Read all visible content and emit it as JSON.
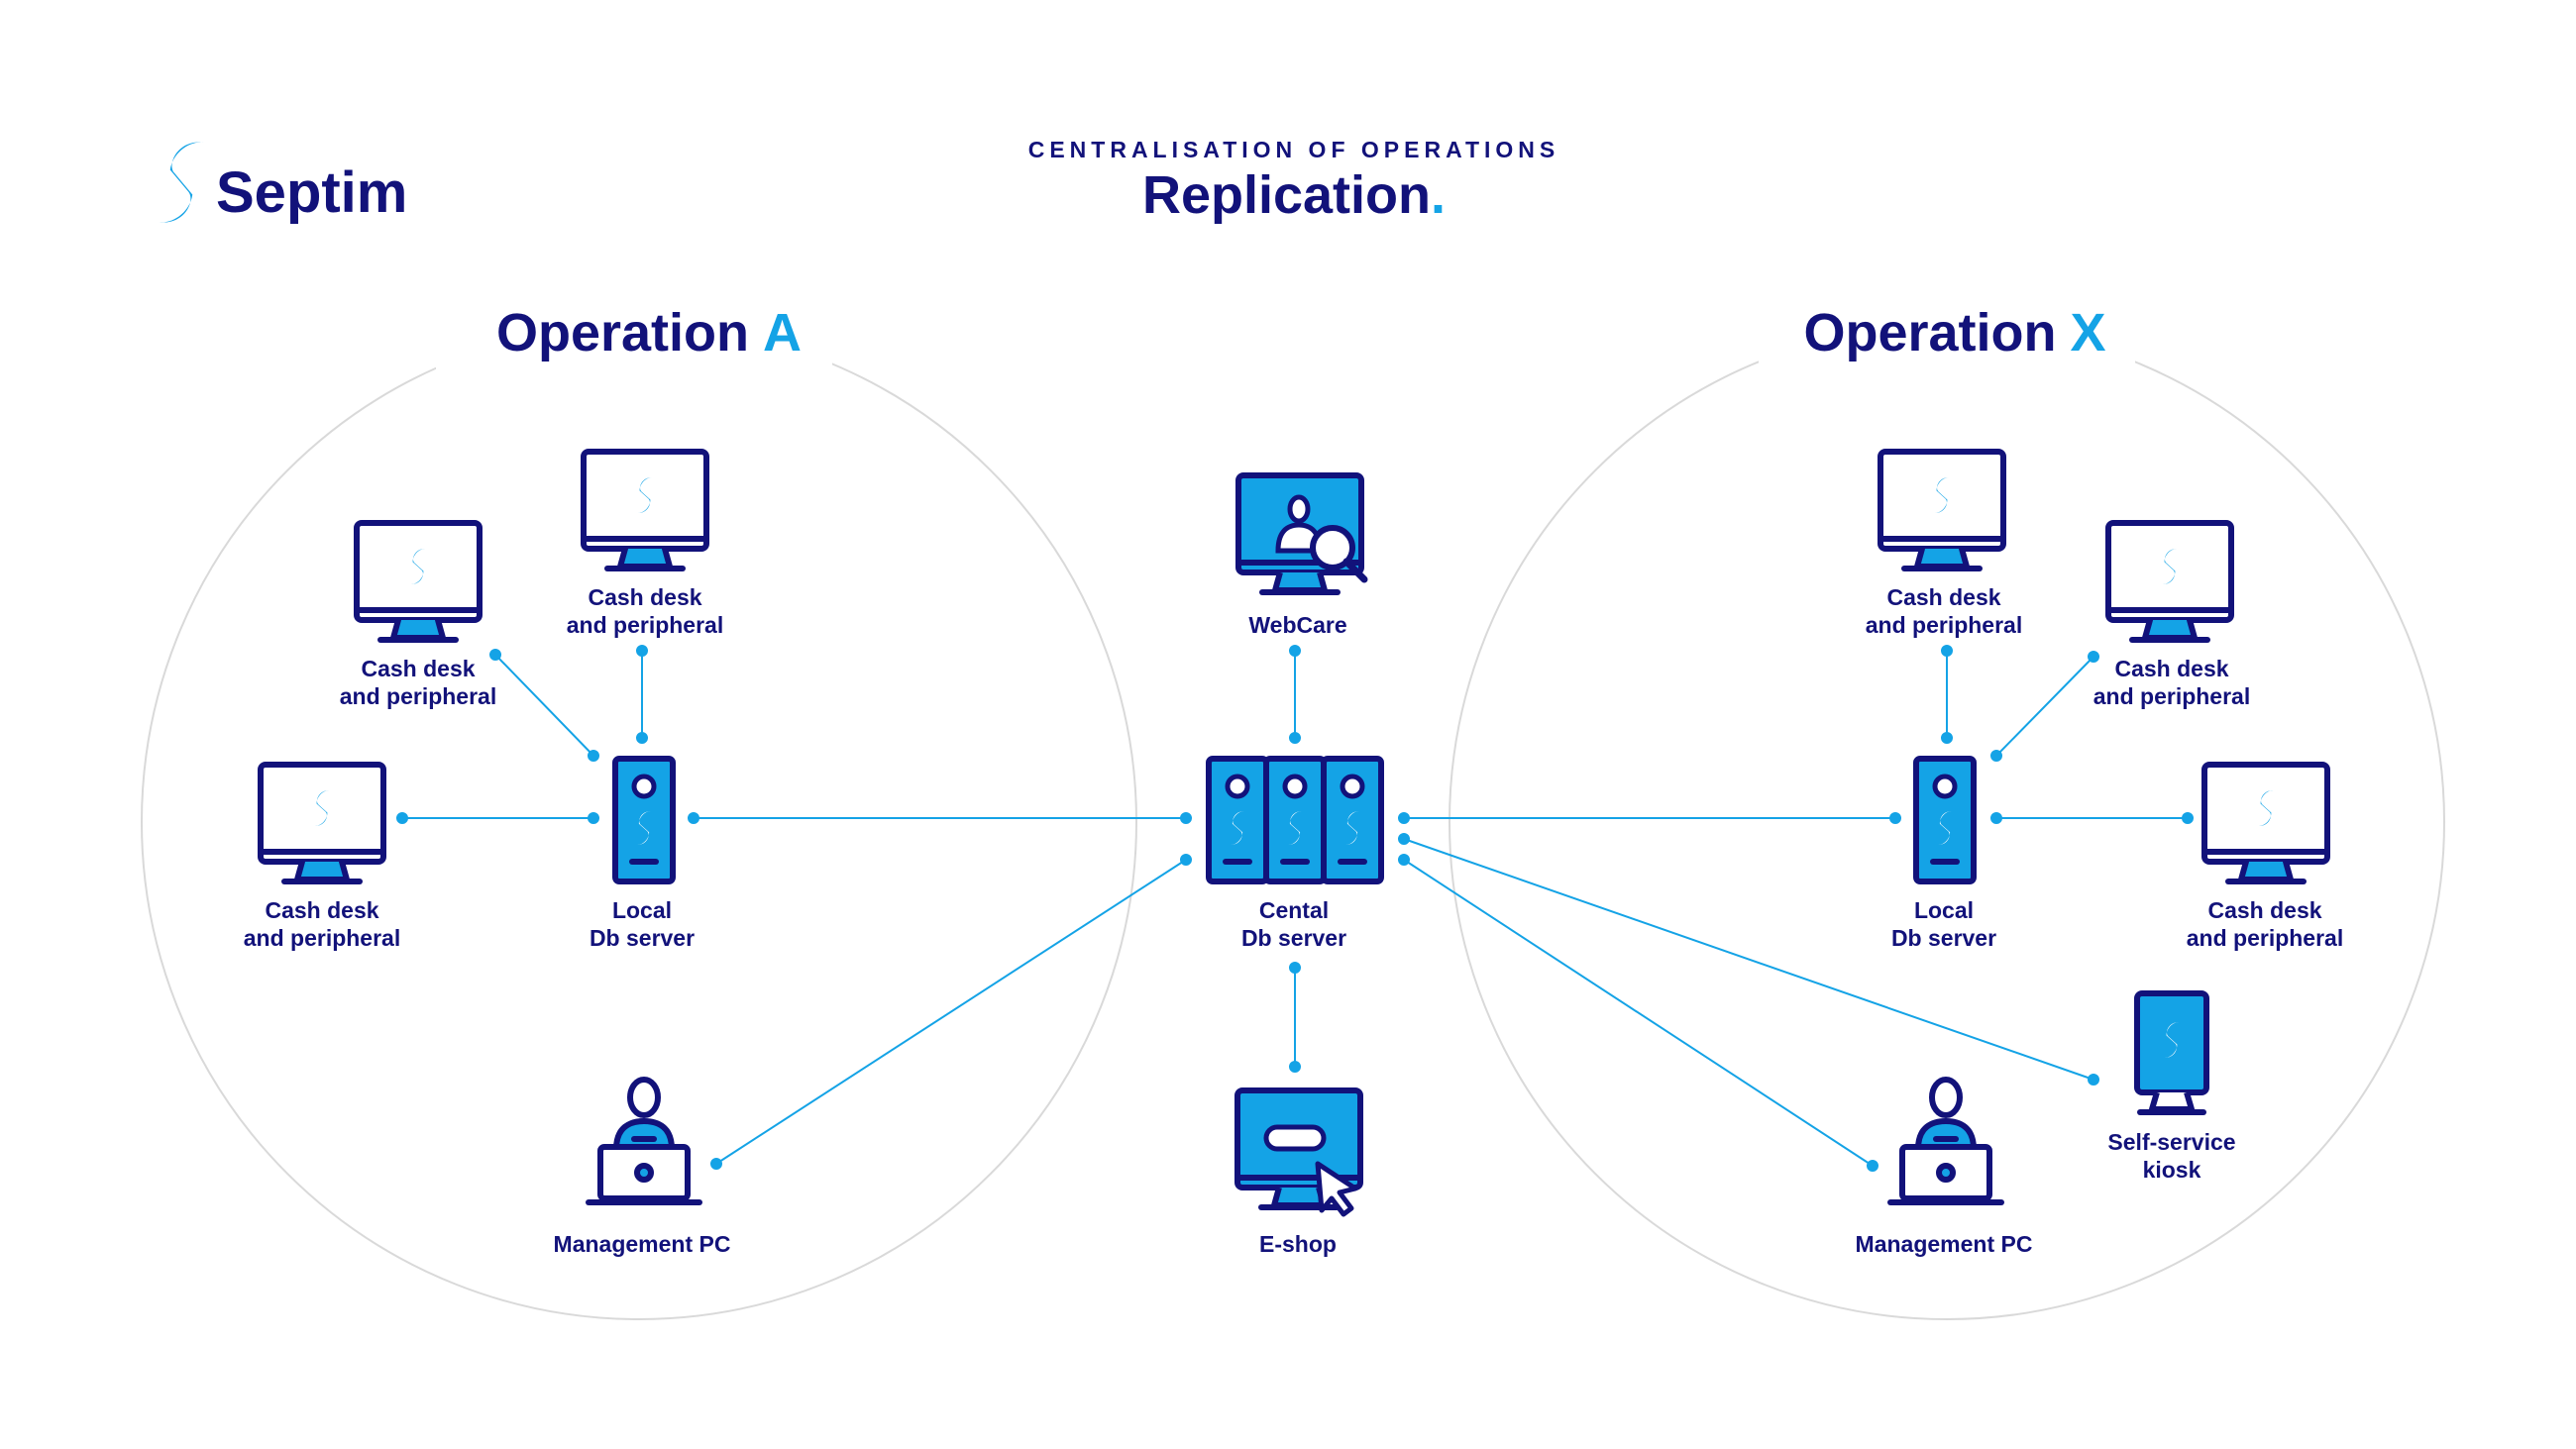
{
  "brand": {
    "name": "Septim"
  },
  "header": {
    "eyebrow": "CENTRALISATION OF OPERATIONS",
    "title": "Replication",
    "title_dot": "."
  },
  "operations": {
    "a": {
      "label": "Operation",
      "letter": "A"
    },
    "x": {
      "label": "Operation",
      "letter": "X"
    }
  },
  "colors": {
    "navy": "#12127a",
    "blue": "#14a3e6",
    "circle": "#d9d9d9"
  },
  "nodes": {
    "a_cash_top": {
      "line1": "Cash desk",
      "line2": "and peripheral",
      "icon": "monitor-icon"
    },
    "a_cash_upper": {
      "line1": "Cash desk",
      "line2": "and peripheral",
      "icon": "monitor-icon"
    },
    "a_cash_mid": {
      "line1": "Cash desk",
      "line2": "and peripheral",
      "icon": "monitor-icon"
    },
    "a_local_db": {
      "line1": "Local",
      "line2": "Db server",
      "icon": "server-icon"
    },
    "a_mgmt_pc": {
      "line1": "Management PC",
      "icon": "laptop-user-icon"
    },
    "webcare": {
      "line1": "WebCare",
      "icon": "webcare-monitor-icon"
    },
    "central_db": {
      "line1": "Cental",
      "line2": "Db server",
      "icon": "server-rack-icon"
    },
    "eshop": {
      "line1": "E-shop",
      "icon": "eshop-monitor-icon"
    },
    "x_cash_top": {
      "line1": "Cash desk",
      "line2": "and peripheral",
      "icon": "monitor-icon"
    },
    "x_cash_upper": {
      "line1": "Cash desk",
      "line2": "and peripheral",
      "icon": "monitor-icon"
    },
    "x_cash_mid": {
      "line1": "Cash desk",
      "line2": "and peripheral",
      "icon": "monitor-icon"
    },
    "x_local_db": {
      "line1": "Local",
      "line2": "Db server",
      "icon": "server-icon"
    },
    "x_kiosk": {
      "line1": "Self-service",
      "line2": "kiosk",
      "icon": "kiosk-icon"
    },
    "x_mgmt_pc": {
      "line1": "Management PC",
      "icon": "laptop-user-icon"
    }
  }
}
